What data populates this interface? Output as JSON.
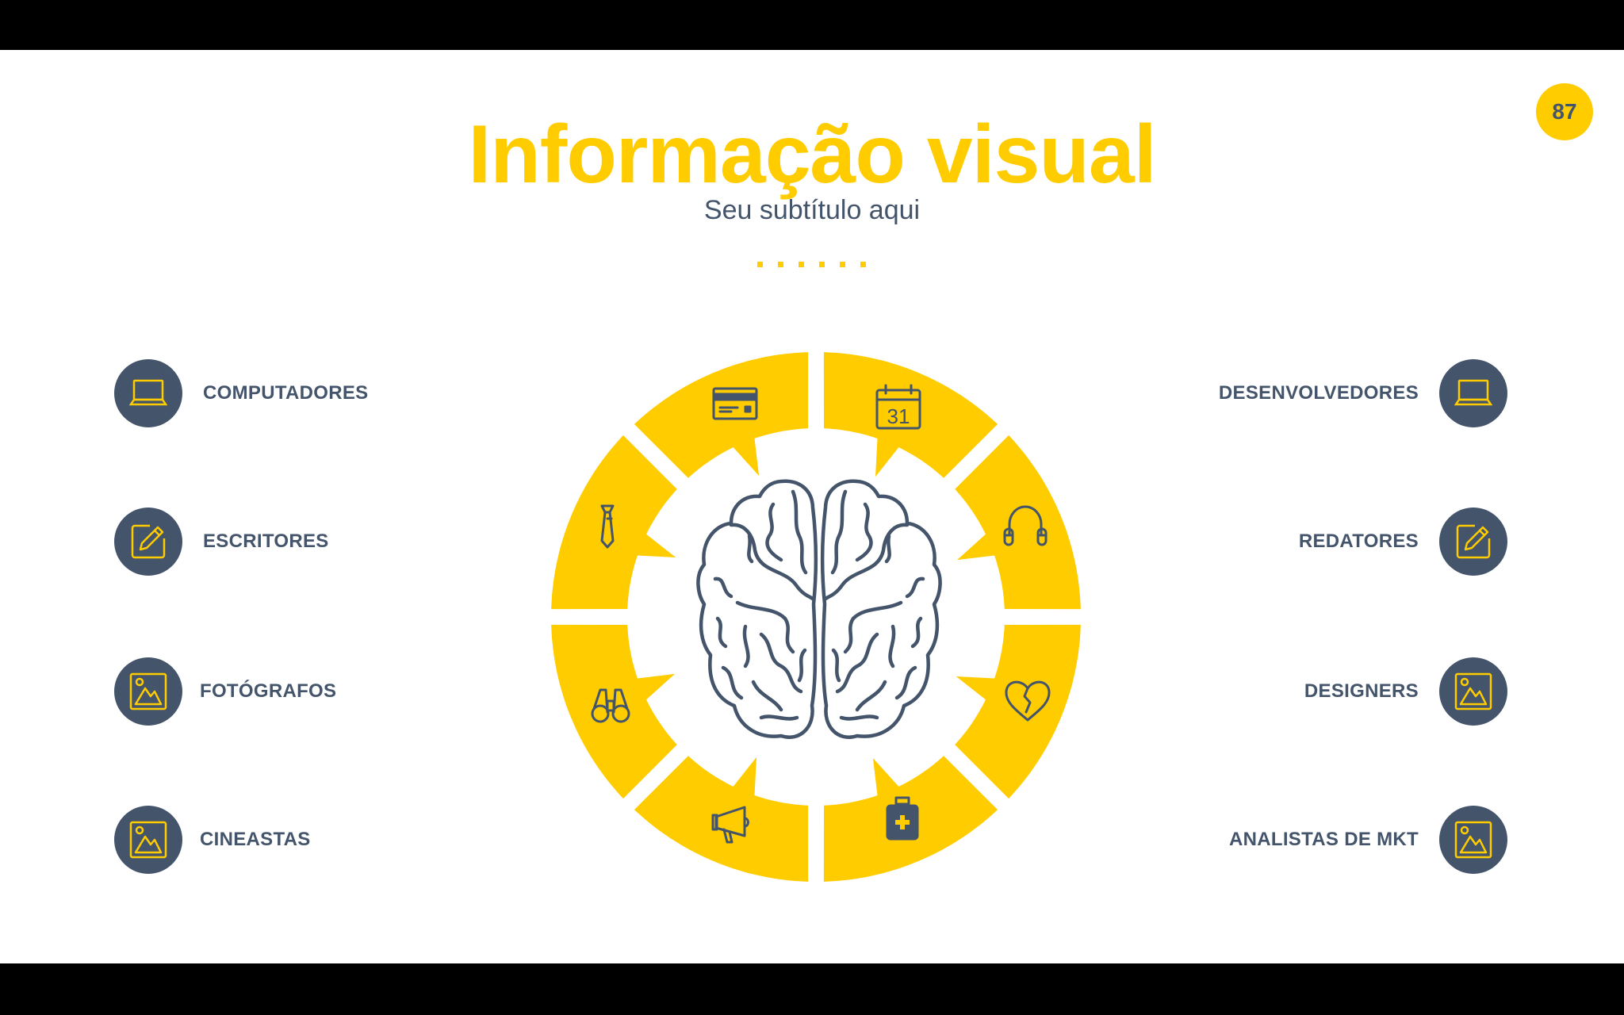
{
  "slide": {
    "title": "Informação visual",
    "subtitle": "Seu subtítulo aqui",
    "page_number": "87",
    "dot_count": 6
  },
  "colors": {
    "accent": "#ffcc00",
    "dark": "#43546b",
    "background": "#ffffff"
  },
  "left_items": [
    {
      "label": "COMPUTADORES",
      "icon": "laptop-icon"
    },
    {
      "label": "ESCRITORES",
      "icon": "edit-pencil-icon"
    },
    {
      "label": "FOTÓGRAFOS",
      "icon": "image-icon"
    },
    {
      "label": "CINEASTAS",
      "icon": "image-icon"
    }
  ],
  "right_items": [
    {
      "label": "DESENVOLVEDORES",
      "icon": "laptop-icon"
    },
    {
      "label": "REDATORES",
      "icon": "edit-pencil-icon"
    },
    {
      "label": "DESIGNERS",
      "icon": "image-icon"
    },
    {
      "label": "ANALISTAS DE MKT",
      "icon": "image-icon"
    }
  ],
  "ring": {
    "center_icon": "brain-icon",
    "segments": [
      {
        "icon": "headphones-icon"
      },
      {
        "icon": "calendar-icon",
        "icon_text": "31"
      },
      {
        "icon": "credit-card-icon"
      },
      {
        "icon": "tie-icon"
      },
      {
        "icon": "binoculars-icon"
      },
      {
        "icon": "megaphone-icon"
      },
      {
        "icon": "medicine-bottle-icon"
      },
      {
        "icon": "broken-heart-icon"
      }
    ]
  }
}
